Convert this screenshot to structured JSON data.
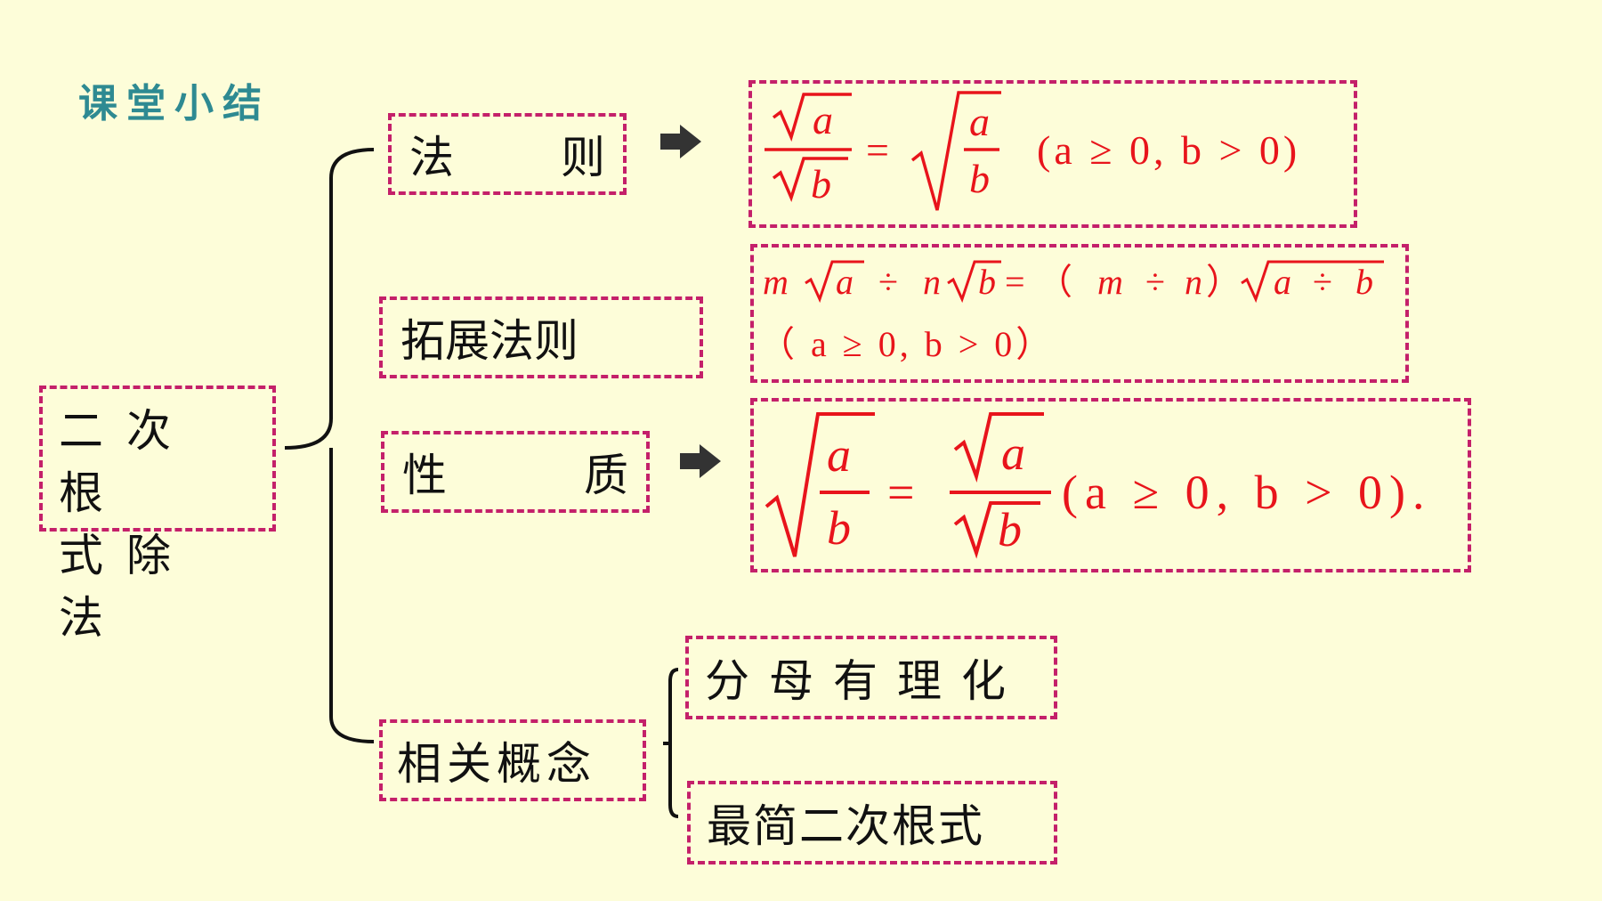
{
  "heading": "课堂小结",
  "main_node": {
    "line1": "二次根",
    "line2": "式除法"
  },
  "branches": {
    "rule": {
      "left": "法",
      "right": "则"
    },
    "extended_rule": "拓展法则",
    "property": {
      "left": "性",
      "right": "质"
    },
    "related_concepts": "相关概念"
  },
  "concepts": [
    "分母有理化",
    "最简二次根式"
  ],
  "formulas": {
    "rule": {
      "a": "a",
      "b": "b",
      "equals": "=",
      "condition": "(a ≥ 0, b > 0)"
    },
    "extended": {
      "m": "m",
      "n": "n",
      "a": "a",
      "b": "b",
      "div": "÷",
      "equals": "=",
      "open": "（",
      "close": "）",
      "condition": "（ a ≥ 0, b > 0）"
    },
    "property": {
      "a": "a",
      "b": "b",
      "equals": "=",
      "condition": "(a ≥ 0, b > 0)."
    }
  },
  "colors": {
    "background": "#fdfdd9",
    "border": "#c4206a",
    "formula": "#e8141b",
    "heading": "#2e8a92"
  }
}
